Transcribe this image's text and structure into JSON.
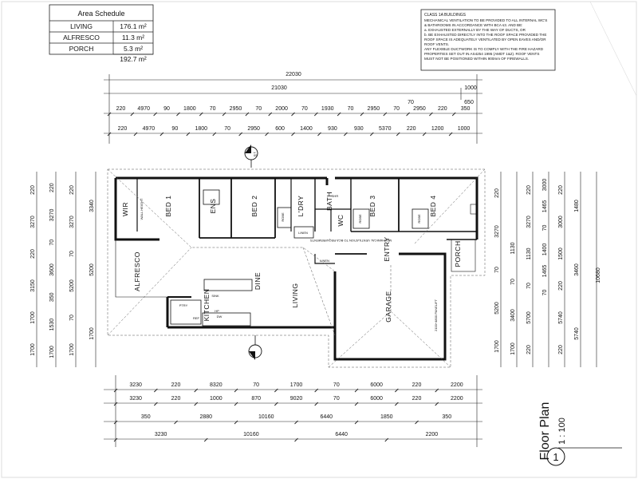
{
  "area_schedule": {
    "title": "Area Schedule",
    "rows": [
      {
        "label": "LIVING",
        "value": "176.1 m²"
      },
      {
        "label": "ALFRESCO",
        "value": "11.3 m²"
      },
      {
        "label": "PORCH",
        "value": "5.3 m²"
      }
    ],
    "total": "192.7 m²"
  },
  "notes": [
    "CLASS 1A BUILDINGS",
    "MECHANICAL VENTILATION TO BE PROVIDED TO ALL INTERNAL WC'S",
    "& BATHROOMS IN ACCORDANCE WITH BCA s3. AND BE:",
    "a. EXHAUSTED EXTERNALLY BY THE WAY OF DUCTS, OR",
    "b. BE EXHAUSTED DIRECTLY INTO THE ROOF SPACE PROVIDED THE",
    "ROOF SPACE IS ADEQUATELY VENTILATED BY OPEN EAVES AND/OR",
    "ROOF VENTS.",
    "ANY FLEXIBLE DUCTWORK IS TO COMPLY WITH THE FIRE HAZARD",
    "PROPERTIES SET OUT IN AS4254 1995 (AMDT 1&2). ROOF VENTS",
    "MUST NOT BE POSITIONED WITHIN 900mm OF FIREWALLS."
  ],
  "rooms": {
    "wir": "WIR",
    "bed1": "BED 1",
    "ens": "ENS",
    "bed2": "BED 2",
    "ldry": "L'DRY",
    "bath": "BATH",
    "wc": "WC",
    "bed3": "BED 3",
    "bed4": "BED 4",
    "alfresco": "ALFRESCO",
    "dine": "DINE",
    "kitchen": "KITCHEN",
    "living": "LIVING",
    "entry": "ENTRY",
    "porch": "PORCH",
    "garage": "GARAGE",
    "linen1": "LINEN",
    "linen2": "LINEN",
    "robe1": "ROBE",
    "robe2": "ROBE",
    "robe3": "ROBE",
    "pantry": "PTRY",
    "wall_height": "WALL HEIGHT",
    "mech_vent": "MECHANICAL VENTILATION TO BCA REQUIREMENTS",
    "garage_door": "2100+4800 PANELIFT",
    "sink": "SINK",
    "ref": "REF",
    "dw": "DW",
    "hp": "HP",
    "shr": "SHR"
  },
  "top_dims": {
    "row1_total": "22030",
    "row2_total": "21030",
    "row2_end": "1000",
    "row3_extra": "650",
    "row3_extra2": "70",
    "row3": [
      "220",
      "4970",
      "90",
      "1800",
      "70",
      "2950",
      "70",
      "2000",
      "70",
      "1930",
      "70",
      "2950",
      "70",
      "2950",
      "220",
      "350"
    ],
    "row4": [
      "220",
      "4970",
      "90",
      "1800",
      "70",
      "2950",
      "600",
      "1400",
      "930",
      "930",
      "5370",
      "220",
      "1200",
      "1000"
    ]
  },
  "bottom_dims": {
    "row1": [
      "3230",
      "220",
      "8320",
      "70",
      "1700",
      "70",
      "6000",
      "220",
      "2200"
    ],
    "row2": [
      "3230",
      "220",
      "1000",
      "870",
      "9020",
      "70",
      "6000",
      "220",
      "2200"
    ],
    "row3": [
      "350",
      "2880",
      "10160",
      "6440",
      "1850",
      "350"
    ],
    "row4": [
      "3230",
      "10160",
      "6440",
      "2200"
    ]
  },
  "left_dims": {
    "col1": [
      "220",
      "3270",
      "220",
      "3150",
      "1700",
      "1700"
    ],
    "col2": [
      "220",
      "3270",
      "70",
      "3600",
      "350",
      "1530",
      "1700"
    ],
    "col3": [
      "220",
      "3270",
      "70",
      "5200",
      "70",
      "1700"
    ],
    "col4": [
      "3340",
      "5200",
      "1700"
    ]
  },
  "right_dims": {
    "col1": [
      "220",
      "3270",
      "70",
      "5200",
      "1700"
    ],
    "col2": [
      "1130",
      "70",
      "3400",
      "1700"
    ],
    "col3": [
      "220",
      "3270",
      "1130",
      "70",
      "5700",
      "220"
    ],
    "col4": [
      "3000",
      "1465",
      "70",
      "1400",
      "1465",
      "70"
    ],
    "col5": [
      "220",
      "3000",
      "1500",
      "220",
      "5740",
      "220"
    ],
    "col6": [
      "1480",
      "3460",
      "5740"
    ],
    "total": "10680"
  },
  "section_mark": {
    "number": "1",
    "sheet": "05"
  },
  "title_block": {
    "number": "1",
    "title": "Floor Plan",
    "scale": "1 : 100"
  }
}
